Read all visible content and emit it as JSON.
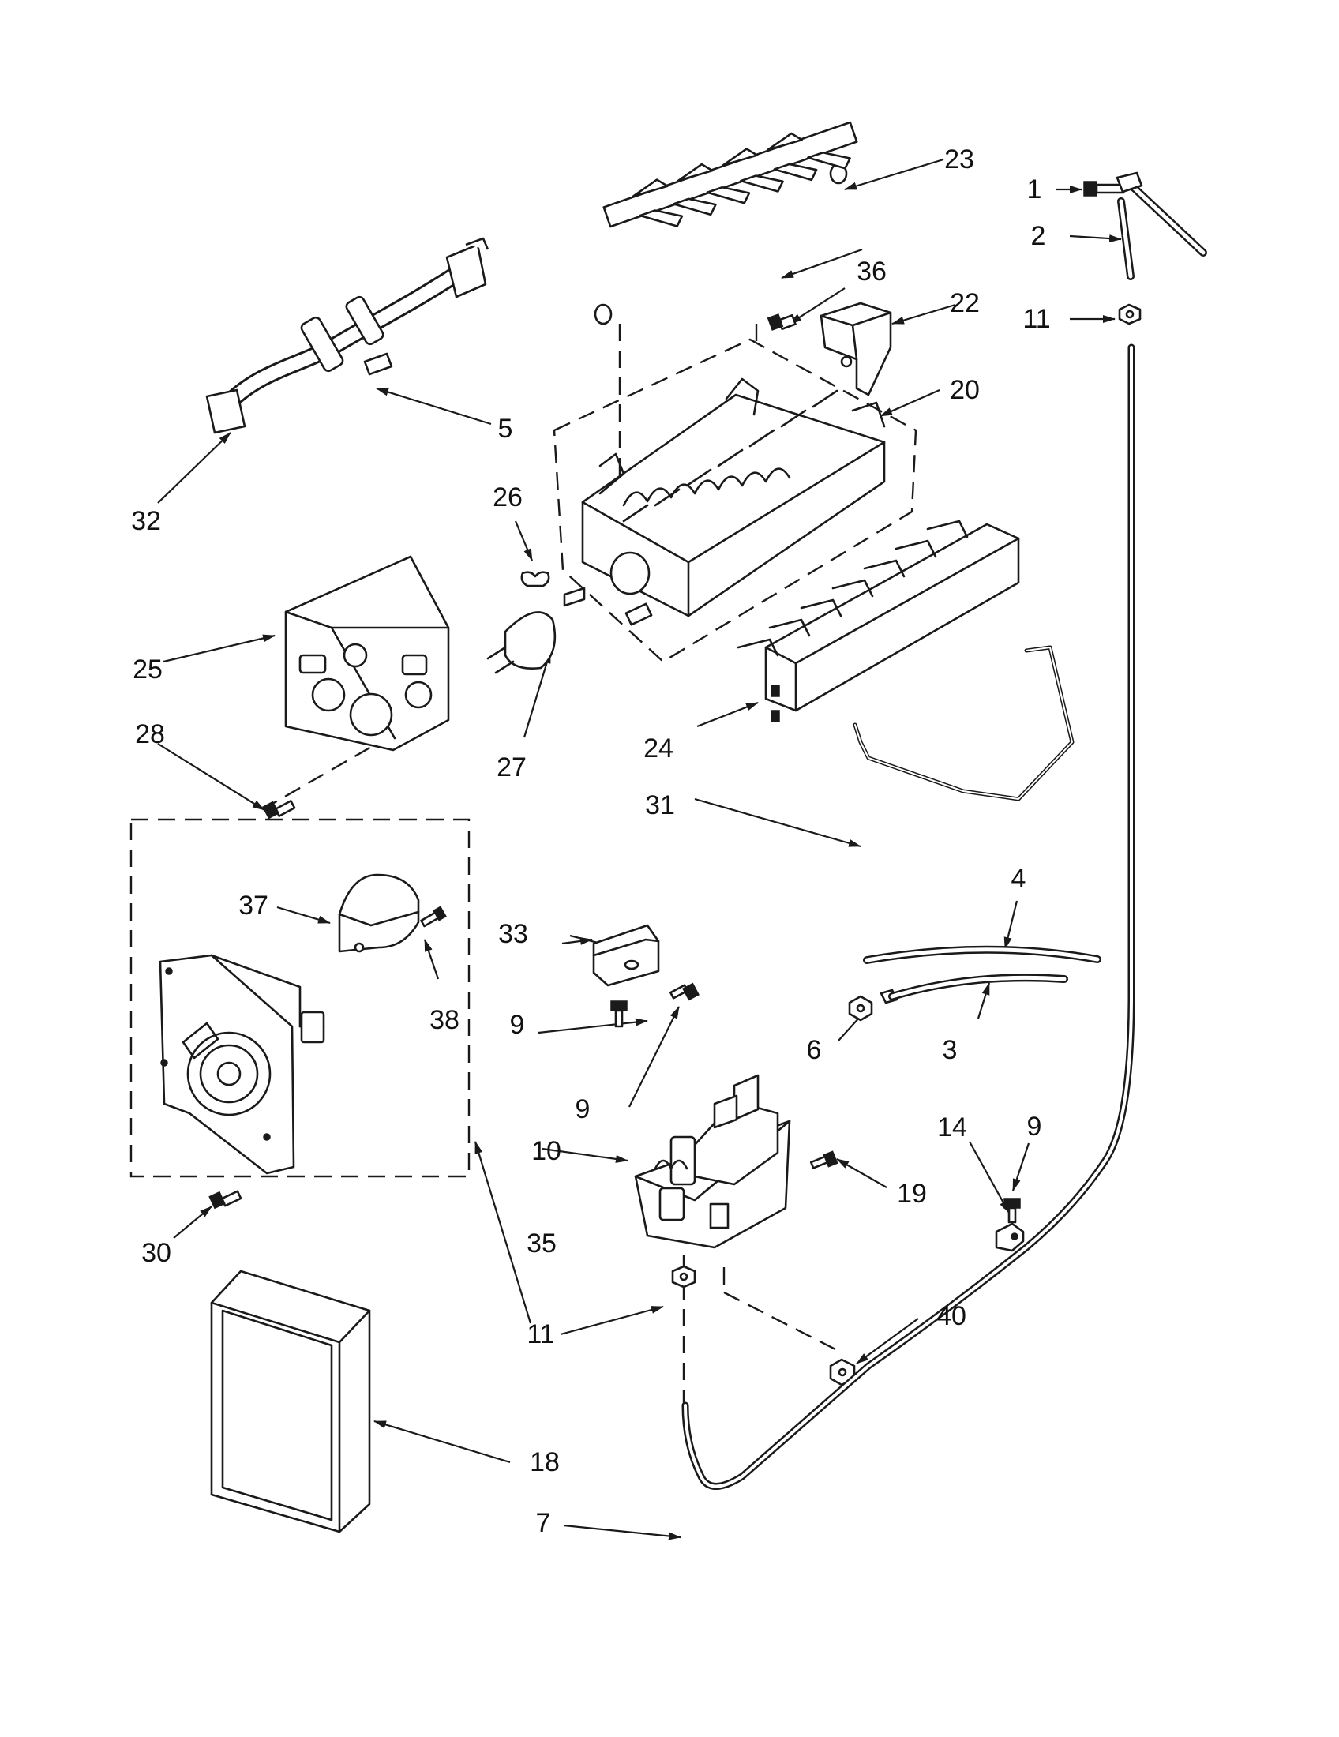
{
  "diagram": {
    "callouts": [
      {
        "id": "c1",
        "text": "1"
      },
      {
        "id": "c2",
        "text": "2"
      },
      {
        "id": "c3",
        "text": "3"
      },
      {
        "id": "c4",
        "text": "4"
      },
      {
        "id": "c5",
        "text": "5"
      },
      {
        "id": "c6",
        "text": "6"
      },
      {
        "id": "c7",
        "text": "7"
      },
      {
        "id": "c9a",
        "text": "9"
      },
      {
        "id": "c9b",
        "text": "9"
      },
      {
        "id": "c9c",
        "text": "9"
      },
      {
        "id": "c10",
        "text": "10"
      },
      {
        "id": "c11a",
        "text": "11"
      },
      {
        "id": "c11b",
        "text": "11"
      },
      {
        "id": "c14",
        "text": "14"
      },
      {
        "id": "c18",
        "text": "18"
      },
      {
        "id": "c19",
        "text": "19"
      },
      {
        "id": "c20",
        "text": "20"
      },
      {
        "id": "c22",
        "text": "22"
      },
      {
        "id": "c23",
        "text": "23"
      },
      {
        "id": "c24",
        "text": "24"
      },
      {
        "id": "c25",
        "text": "25"
      },
      {
        "id": "c26",
        "text": "26"
      },
      {
        "id": "c27",
        "text": "27"
      },
      {
        "id": "c28",
        "text": "28"
      },
      {
        "id": "c30",
        "text": "30"
      },
      {
        "id": "c31",
        "text": "31"
      },
      {
        "id": "c32",
        "text": "32"
      },
      {
        "id": "c33",
        "text": "33"
      },
      {
        "id": "c35",
        "text": "35"
      },
      {
        "id": "c36",
        "text": "36"
      },
      {
        "id": "c37",
        "text": "37"
      },
      {
        "id": "c38",
        "text": "38"
      },
      {
        "id": "c40",
        "text": "40"
      }
    ]
  }
}
